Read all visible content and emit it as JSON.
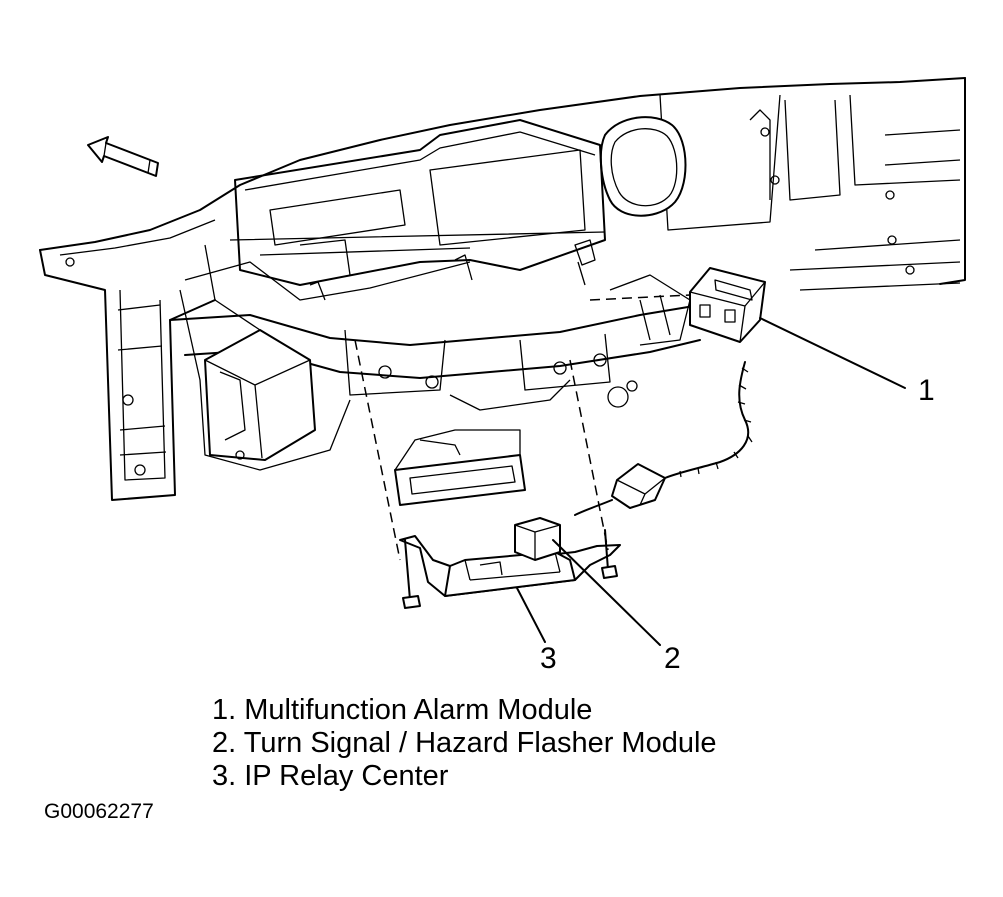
{
  "callouts": [
    "1",
    "2",
    "3"
  ],
  "legend": [
    "1. Multifunction Alarm Module",
    "2. Turn Signal / Hazard Flasher Module",
    "3. IP Relay Center"
  ],
  "figure_code": "G00062277"
}
